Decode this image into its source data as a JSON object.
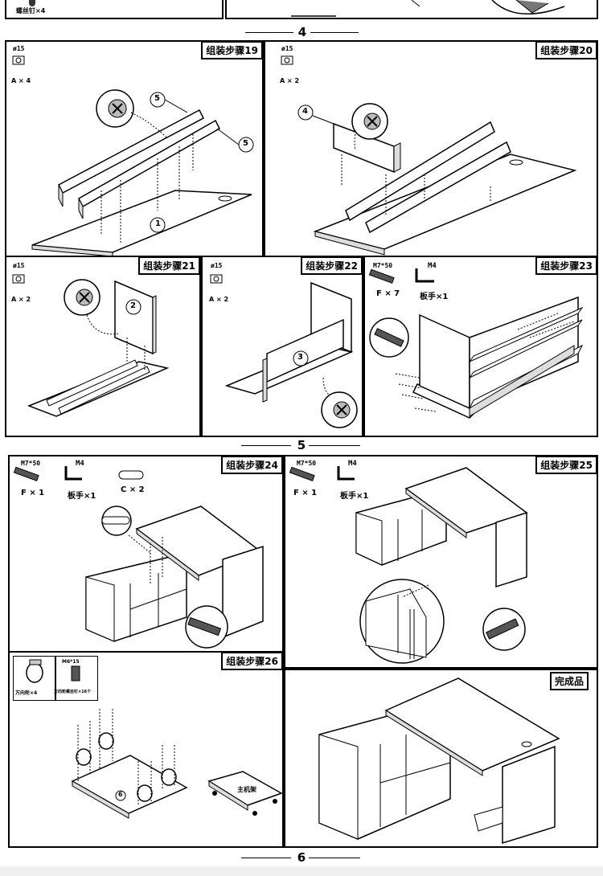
{
  "top_strip": {
    "screw_label": "螺丝钉×4"
  },
  "page_numbers": [
    "4",
    "5",
    "6"
  ],
  "steps": {
    "s19": {
      "label": "组装步骤19",
      "part_size": "ø15",
      "part_qty": "A × 4",
      "num_a": "5",
      "num_b": "5",
      "num_board": "1"
    },
    "s20": {
      "label": "组装步骤20",
      "part_size": "ø15",
      "part_qty": "A × 2",
      "num_a": "4"
    },
    "s21": {
      "label": "组装步骤21",
      "part_size": "ø15",
      "part_qty": "A × 2",
      "num_a": "2"
    },
    "s22": {
      "label": "组装步骤22",
      "part_size": "ø15",
      "part_qty": "A × 2",
      "num_a": "3"
    },
    "s23": {
      "label": "组装步骤23",
      "screw_size": "M7*50",
      "screw_qty": "F × 7",
      "wrench_size": "M4",
      "wrench_qty": "板手×1"
    },
    "s24": {
      "label": "组装步骤24",
      "screw_size": "M7*50",
      "screw_qty": "F × 1",
      "wrench_size": "M4",
      "wrench_qty": "板手×1",
      "dowel_qty": "C × 2"
    },
    "s25": {
      "label": "组装步骤25",
      "screw_size": "M7*50",
      "screw_qty": "F × 1",
      "wrench_size": "M4",
      "wrench_qty": "板手×1"
    },
    "s26": {
      "label": "组装步骤26",
      "caster_label": "万向轮×4",
      "bolt_size": "M6*15",
      "bolt_label": "万向轮螺丝钉×16个",
      "num_board": "6",
      "tray_label": "主机架"
    },
    "done": {
      "label": "完成品"
    }
  }
}
